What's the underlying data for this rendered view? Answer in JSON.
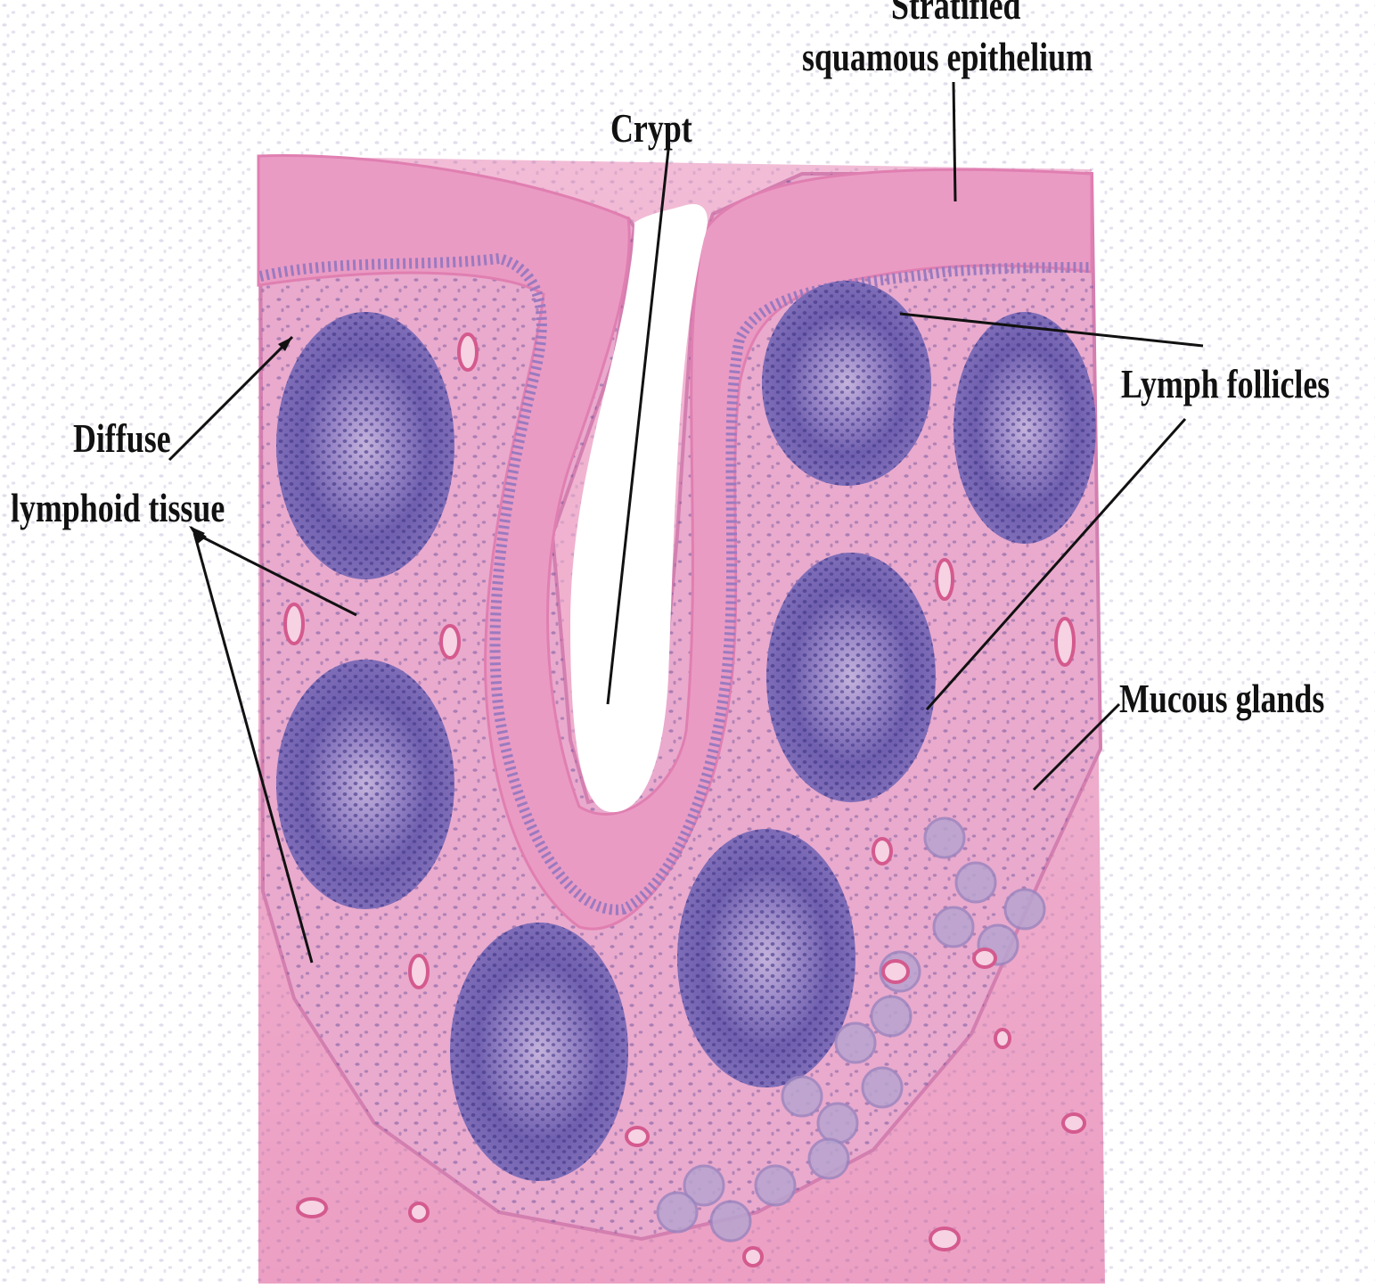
{
  "labels": {
    "stratified_top": "Stratified",
    "stratified_bottom": "squamous epithelium",
    "crypt": "Crypt",
    "lymph_follicles": "Lymph follicles",
    "diffuse_line1": "Diffuse",
    "diffuse_line2": "lymphoid tissue",
    "mucous_glands": "Mucous glands"
  },
  "colors": {
    "background": "#ffffff",
    "connective_tissue": "#f0b8d2",
    "tissue_pink": "#e8a9cc",
    "epithelium": "#e995c0",
    "basal_layer": "#b98fc8",
    "follicle": "#7a6cb4",
    "follicle_center": "#b8a6d4",
    "nuclei": "#4a3f8a",
    "gland": "#b7a4cf",
    "vessel": "#d45a8e",
    "leader_line": "#111111"
  }
}
